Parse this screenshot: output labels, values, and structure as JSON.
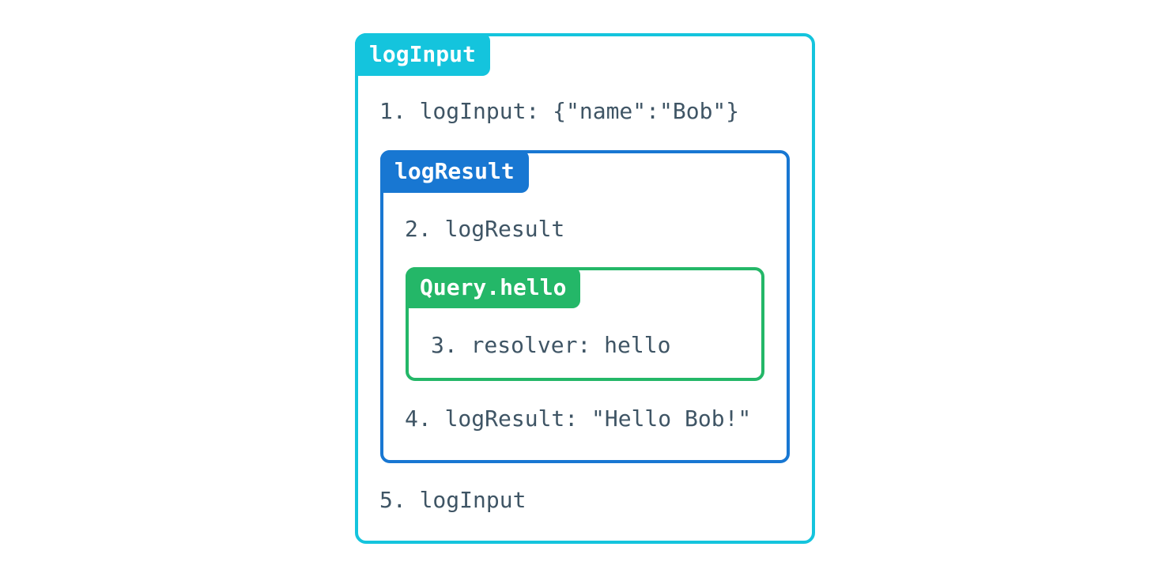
{
  "colors": {
    "outer_accent": "#14c4dd",
    "middle_accent": "#1877d2",
    "inner_accent": "#24b768",
    "step_text": "#3f5565",
    "tab_text": "#ffffff",
    "background": "#ffffff"
  },
  "boxes": {
    "outer": {
      "label": "logInput"
    },
    "middle": {
      "label": "logResult"
    },
    "inner": {
      "label": "Query.hello"
    }
  },
  "steps": [
    "1. logInput: {\"name\":\"Bob\"}",
    "2. logResult",
    "3. resolver: hello",
    "4. logResult: \"Hello Bob!\"",
    "5. logInput"
  ]
}
